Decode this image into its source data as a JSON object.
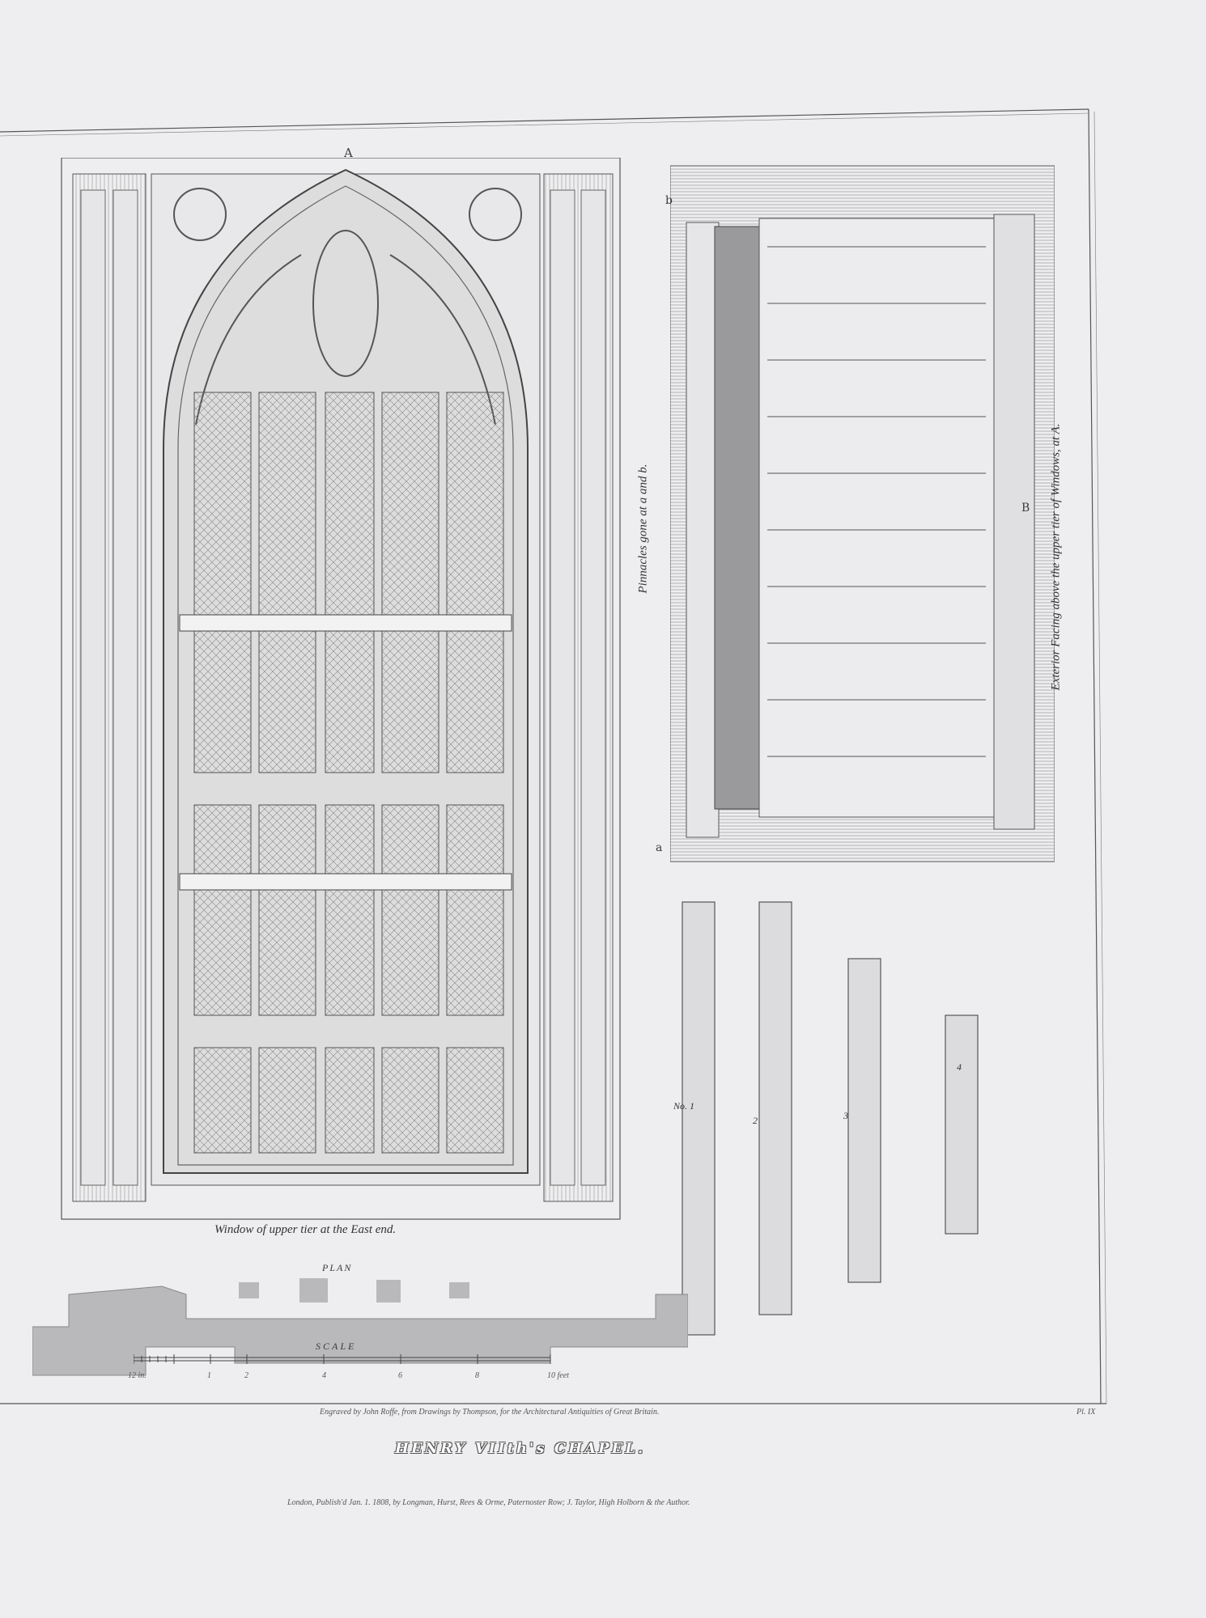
{
  "labels": {
    "window_mark": "A",
    "window_caption": "Window of upper tier at the East end.",
    "facing_caption": "Exterior Facing above the upper tier of Windows, at A.",
    "facing_mark": "B",
    "pinnacles_caption": "Pinnacles gone at a and b.",
    "mark_a": "a",
    "mark_b": "b",
    "plan_label": "PLAN",
    "scale_label": "SCALE",
    "scale_ticks": [
      "12 in.",
      "1",
      "2",
      "4",
      "6",
      "8",
      "10 feet"
    ],
    "pinnacle_numbers": [
      "No. 1",
      "2",
      "3",
      "4"
    ]
  },
  "footer": {
    "engraver": "Engraved by John Roffe, from Drawings by Thompson, for the Architectural Antiquities of Great Britain.",
    "plate": "Pl. IX",
    "title": "HENRY VIIth's CHAPEL.",
    "publisher": "London, Publish'd Jan. 1. 1808, by Longman, Hurst, Rees & Orme, Paternoster Row; J. Taylor, High Holborn & the Author."
  },
  "colors": {
    "paper": "#eeeef0",
    "ink": "#3a3a3a",
    "wash": "#b9b9bc"
  }
}
